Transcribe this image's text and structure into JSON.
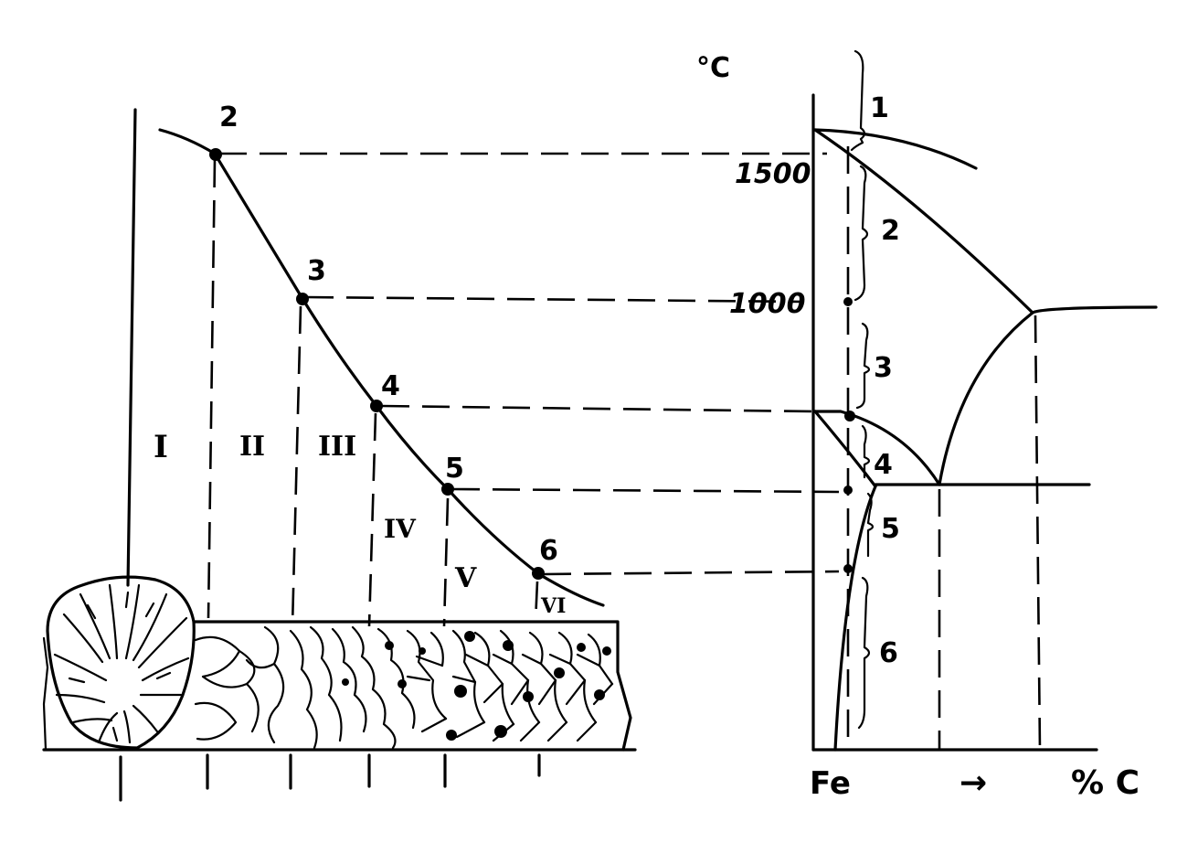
{
  "left_diagram": {
    "point_labels": [
      "2",
      "3",
      "4",
      "5",
      "6"
    ],
    "zone_labels": [
      "I",
      "II",
      "III",
      "IV",
      "V",
      "VI"
    ]
  },
  "right_diagram": {
    "temperature_unit": "°C",
    "temperature_ticks": [
      "1500",
      "1000"
    ],
    "range_labels": [
      "1",
      "2",
      "3",
      "4",
      "5",
      "6"
    ],
    "x_origin_label": "Fe",
    "x_axis_label": "% C",
    "arrow_glyph": "→"
  }
}
